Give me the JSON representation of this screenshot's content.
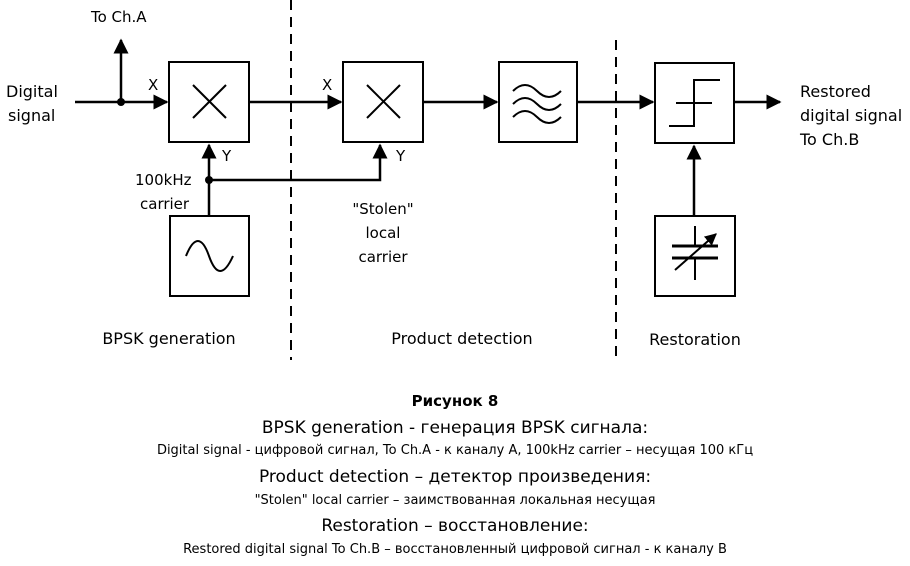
{
  "diagram": {
    "input_label_line1": "Digital",
    "input_label_line2": "signal",
    "to_ch_a": "To Ch.A",
    "x_label_1": "X",
    "y_label_1": "Y",
    "x_label_2": "X",
    "y_label_2": "Y",
    "carrier_line1": "100kHz",
    "carrier_line2": "carrier",
    "stolen_line1": "\"Stolen\"",
    "stolen_line2": "local",
    "stolen_line3": "carrier",
    "output_line1": "Restored",
    "output_line2": "digital signal",
    "output_line3": "To Ch.B",
    "section_bpsk": "BPSK generation",
    "section_product": "Product detection",
    "section_restoration": "Restoration"
  },
  "caption": {
    "title": "Рисунок 8",
    "heading1": "BPSK generation - генерация BPSK сигнала:",
    "desc1": "Digital signal - цифровой сигнал, To Ch.A - к каналу A, 100kHz carrier – несущая 100 кГц",
    "heading2": "Product detection – детектор произведения:",
    "desc2": "\"Stolen\" local carrier – заимствованная локальная несущая",
    "heading3": "Restoration – восстановление:",
    "desc3": "Restored digital signal To Ch.B – восстановленный цифровой сигнал - к каналу B"
  }
}
